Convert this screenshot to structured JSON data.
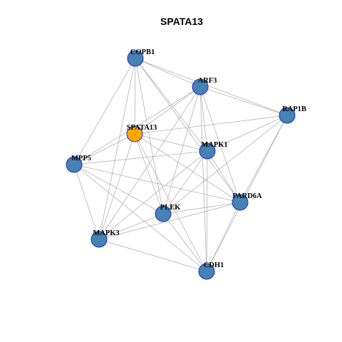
{
  "title": "SPATA13",
  "colors": {
    "focus_node": "#FFA500",
    "neighbor_node": "#4682B4",
    "node_border": "#1F2FC4",
    "edge": "#B3B3B3"
  },
  "nodes": [
    {
      "id": "COPB1",
      "label": "COPB1",
      "role": "neighbor"
    },
    {
      "id": "ARF3",
      "label": "ARF3",
      "role": "neighbor"
    },
    {
      "id": "RAP1B",
      "label": "RAP1B",
      "role": "neighbor"
    },
    {
      "id": "SPATA13",
      "label": "SPATA13",
      "role": "focus"
    },
    {
      "id": "MAPK1",
      "label": "MAPK1",
      "role": "neighbor"
    },
    {
      "id": "MPP5",
      "label": "MPP5",
      "role": "neighbor"
    },
    {
      "id": "PARD6A",
      "label": "PARD6A",
      "role": "neighbor"
    },
    {
      "id": "PLEK",
      "label": "PLEK",
      "role": "neighbor"
    },
    {
      "id": "MAPK3",
      "label": "MAPK3",
      "role": "neighbor"
    },
    {
      "id": "CDH1",
      "label": "CDH1",
      "role": "neighbor"
    }
  ],
  "edges": [
    [
      "COPB1",
      "ARF3"
    ],
    [
      "COPB1",
      "RAP1B"
    ],
    [
      "COPB1",
      "MAPK1"
    ],
    [
      "COPB1",
      "MPP5"
    ],
    [
      "COPB1",
      "PARD6A"
    ],
    [
      "COPB1",
      "PLEK"
    ],
    [
      "COPB1",
      "MAPK3"
    ],
    [
      "COPB1",
      "SPATA13"
    ],
    [
      "ARF3",
      "RAP1B"
    ],
    [
      "ARF3",
      "SPATA13"
    ],
    [
      "ARF3",
      "MAPK1"
    ],
    [
      "ARF3",
      "MPP5"
    ],
    [
      "ARF3",
      "PARD6A"
    ],
    [
      "ARF3",
      "PLEK"
    ],
    [
      "ARF3",
      "MAPK3"
    ],
    [
      "ARF3",
      "CDH1"
    ],
    [
      "RAP1B",
      "SPATA13"
    ],
    [
      "RAP1B",
      "MAPK1"
    ],
    [
      "RAP1B",
      "PARD6A"
    ],
    [
      "RAP1B",
      "PLEK"
    ],
    [
      "RAP1B",
      "CDH1"
    ],
    [
      "SPATA13",
      "MAPK1"
    ],
    [
      "SPATA13",
      "MPP5"
    ],
    [
      "SPATA13",
      "PARD6A"
    ],
    [
      "SPATA13",
      "PLEK"
    ],
    [
      "SPATA13",
      "MAPK3"
    ],
    [
      "SPATA13",
      "CDH1"
    ],
    [
      "MAPK1",
      "MPP5"
    ],
    [
      "MAPK1",
      "PARD6A"
    ],
    [
      "MAPK1",
      "PLEK"
    ],
    [
      "MAPK1",
      "MAPK3"
    ],
    [
      "MAPK1",
      "CDH1"
    ],
    [
      "MPP5",
      "PARD6A"
    ],
    [
      "MPP5",
      "PLEK"
    ],
    [
      "MPP5",
      "MAPK3"
    ],
    [
      "MPP5",
      "CDH1"
    ],
    [
      "PARD6A",
      "PLEK"
    ],
    [
      "PARD6A",
      "MAPK3"
    ],
    [
      "PARD6A",
      "CDH1"
    ],
    [
      "PLEK",
      "MAPK3"
    ],
    [
      "PLEK",
      "CDH1"
    ],
    [
      "MAPK3",
      "CDH1"
    ]
  ]
}
